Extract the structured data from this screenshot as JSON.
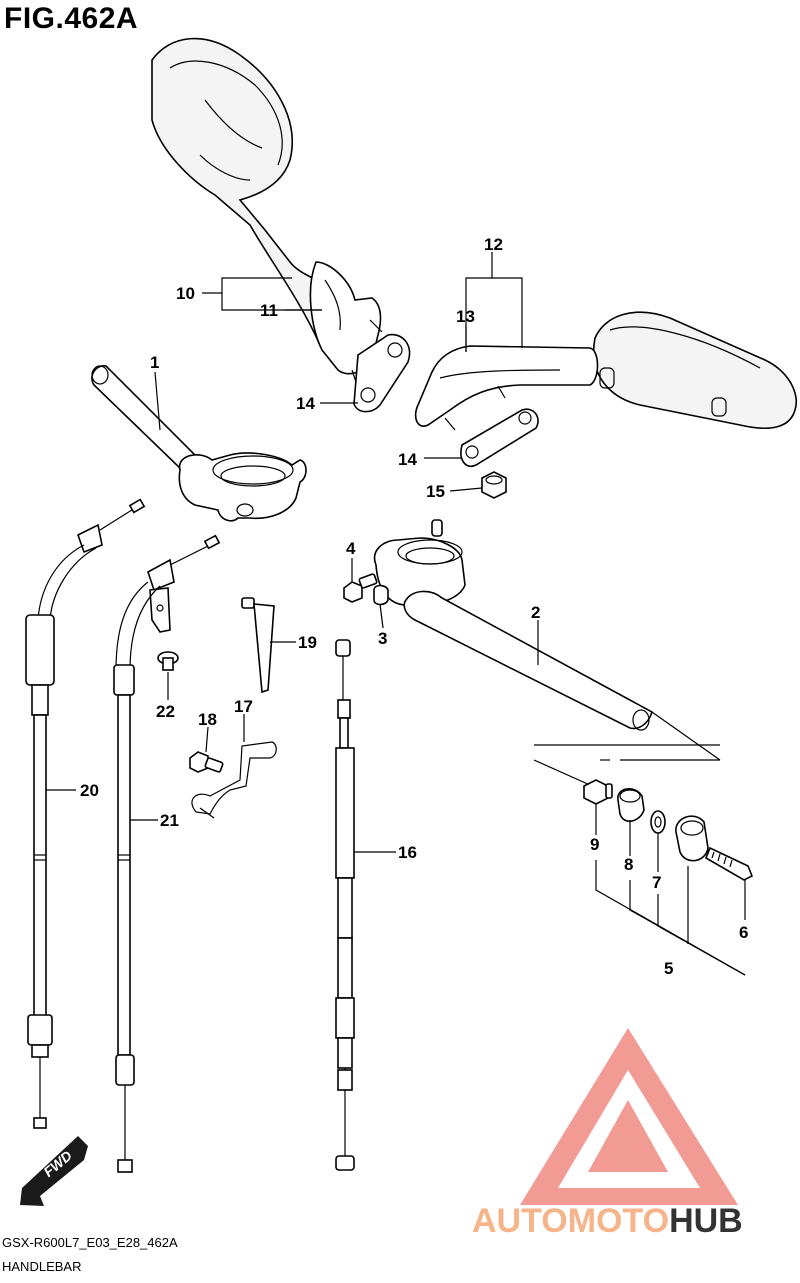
{
  "figure": {
    "title": "FIG.462A",
    "model_code": "GSX-R600L7_E03_E28_462A",
    "section_name": "HANDLEBAR"
  },
  "callouts": {
    "p1": "1",
    "p2": "2",
    "p3": "3",
    "p4": "4",
    "p5": "5",
    "p6": "6",
    "p7": "7",
    "p8": "8",
    "p9": "9",
    "p10": "10",
    "p11": "11",
    "p12": "12",
    "p13": "13",
    "p14a": "14",
    "p14b": "14",
    "p15": "15",
    "p16": "16",
    "p17": "17",
    "p18": "18",
    "p19": "19",
    "p20": "20",
    "p21": "21",
    "p22": "22"
  },
  "direction_badge": {
    "label": "FWD"
  },
  "watermark": {
    "brand_part1": "AUTOMOTO",
    "brand_part2": "HUB",
    "colors": {
      "logo_fill": "#f08a82",
      "accent": "#f5b48a",
      "dark": "#333333"
    }
  },
  "colors": {
    "line": "#000000",
    "background": "#ffffff"
  }
}
